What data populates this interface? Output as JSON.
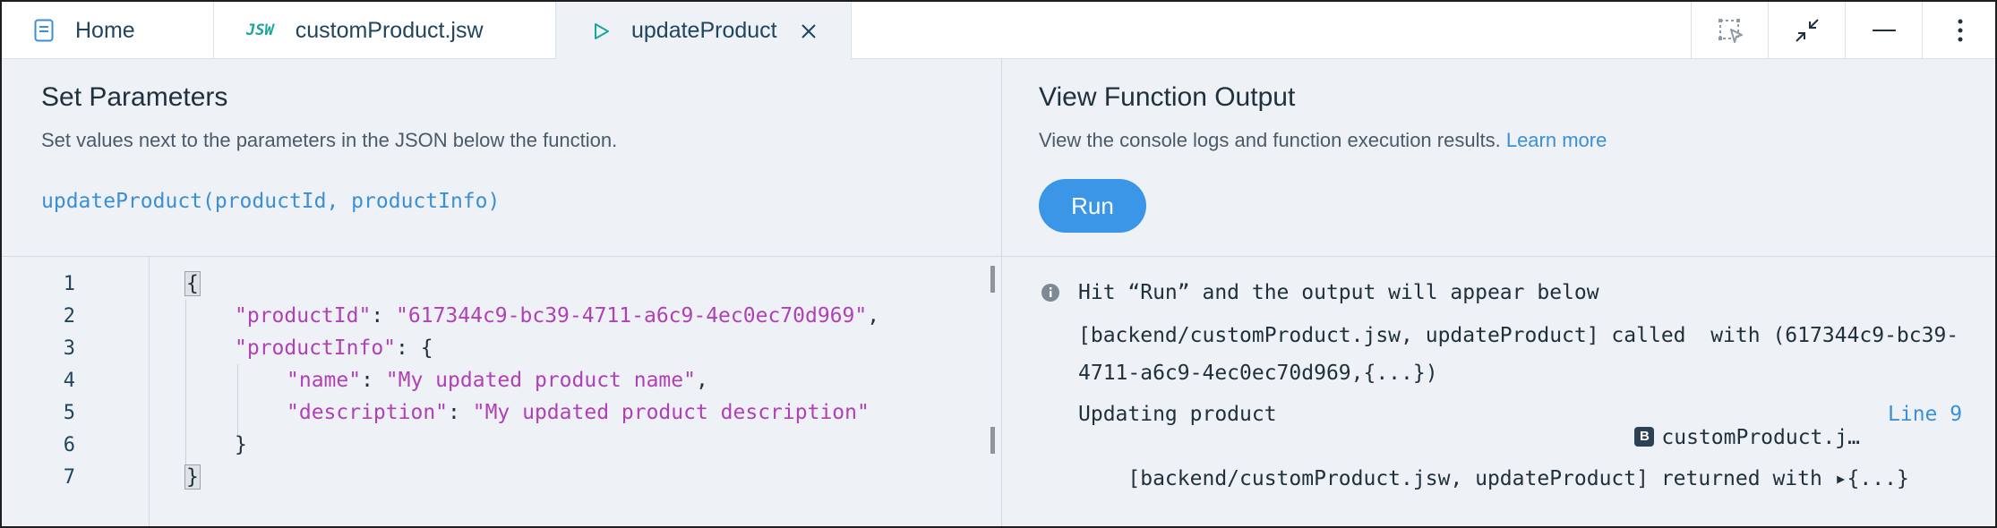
{
  "tabs": {
    "home": "Home",
    "jsw_badge": "JSW",
    "jsw_file": "customProduct.jsw",
    "active": "updateProduct"
  },
  "toolbar_icons": [
    "selection-icon",
    "collapse-icon",
    "minimize-icon",
    "more-options-icon"
  ],
  "params": {
    "title": "Set Parameters",
    "subtitle": "Set values next to the parameters in the JSON below the function.",
    "signature": "updateProduct(productId, productInfo)"
  },
  "output": {
    "title": "View Function Output",
    "subtitle": "View the console logs and function execution results.",
    "learn_more": "Learn more",
    "run_label": "Run",
    "hint": "Hit “Run” and the output will appear below",
    "log1_line1": "[backend/customProduct.jsw, updateProduct] called  with (617344c9-bc39-",
    "log1_line2": "4711-a6c9-4ec0ec70d969,{...})",
    "log2": "Updating product",
    "log2_badge": "B",
    "log2_source": "customProduct.j…",
    "log2_line": "Line 9",
    "log3": "[backend/customProduct.jsw, updateProduct] returned with",
    "log3_value": "▸{...}"
  },
  "editor": {
    "line_numbers": [
      "1",
      "2",
      "3",
      "4",
      "5",
      "6",
      "7"
    ],
    "open_brace": "{",
    "close_brace": "}",
    "k_productId": "\"productId\"",
    "v_productId": "\"617344c9-bc39-4711-a6c9-4ec0ec70d969\"",
    "k_productInfo": "\"productInfo\"",
    "k_name": "\"name\"",
    "v_name": "\"My updated product name\"",
    "k_description": "\"description\"",
    "v_description": "\"My updated product description\"",
    "colon": ": ",
    "comma": ",",
    "inner_open": "{",
    "inner_close": "}"
  },
  "colors": {
    "accent": "#3b96e8",
    "key": "#b040b8",
    "signature": "#3b8fd6",
    "background": "#eef2f6"
  }
}
